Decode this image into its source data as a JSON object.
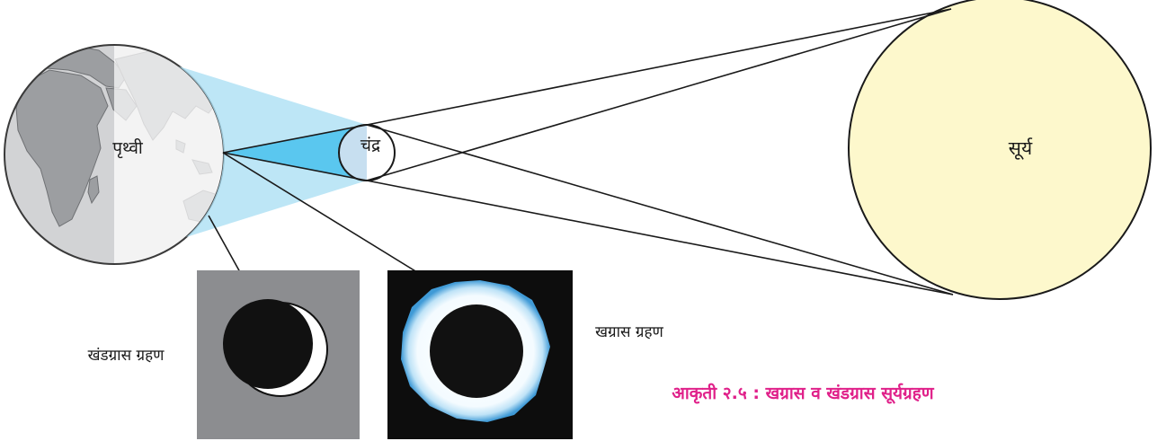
{
  "labels": {
    "earth": "पृथ्वी",
    "moon": "चंद्र",
    "sun": "सूर्य",
    "partial_eclipse": "खंडग्रास ग्रहण",
    "total_eclipse": "खग्रास ग्रहण"
  },
  "caption": "आकृती २.५ :  खग्रास व खंडग्रास सूर्यग्रहण",
  "colors": {
    "sun_fill": "#fdf8cc",
    "shadow_light": "#aee0f4",
    "shadow_dark": "#4fc3ee",
    "earth_ocean": "#d2d3d5",
    "earth_land": "#9c9ea1",
    "caption": "#e0218a",
    "partial_bg": "#8c8d90",
    "total_bg": "#0d0d0d"
  }
}
